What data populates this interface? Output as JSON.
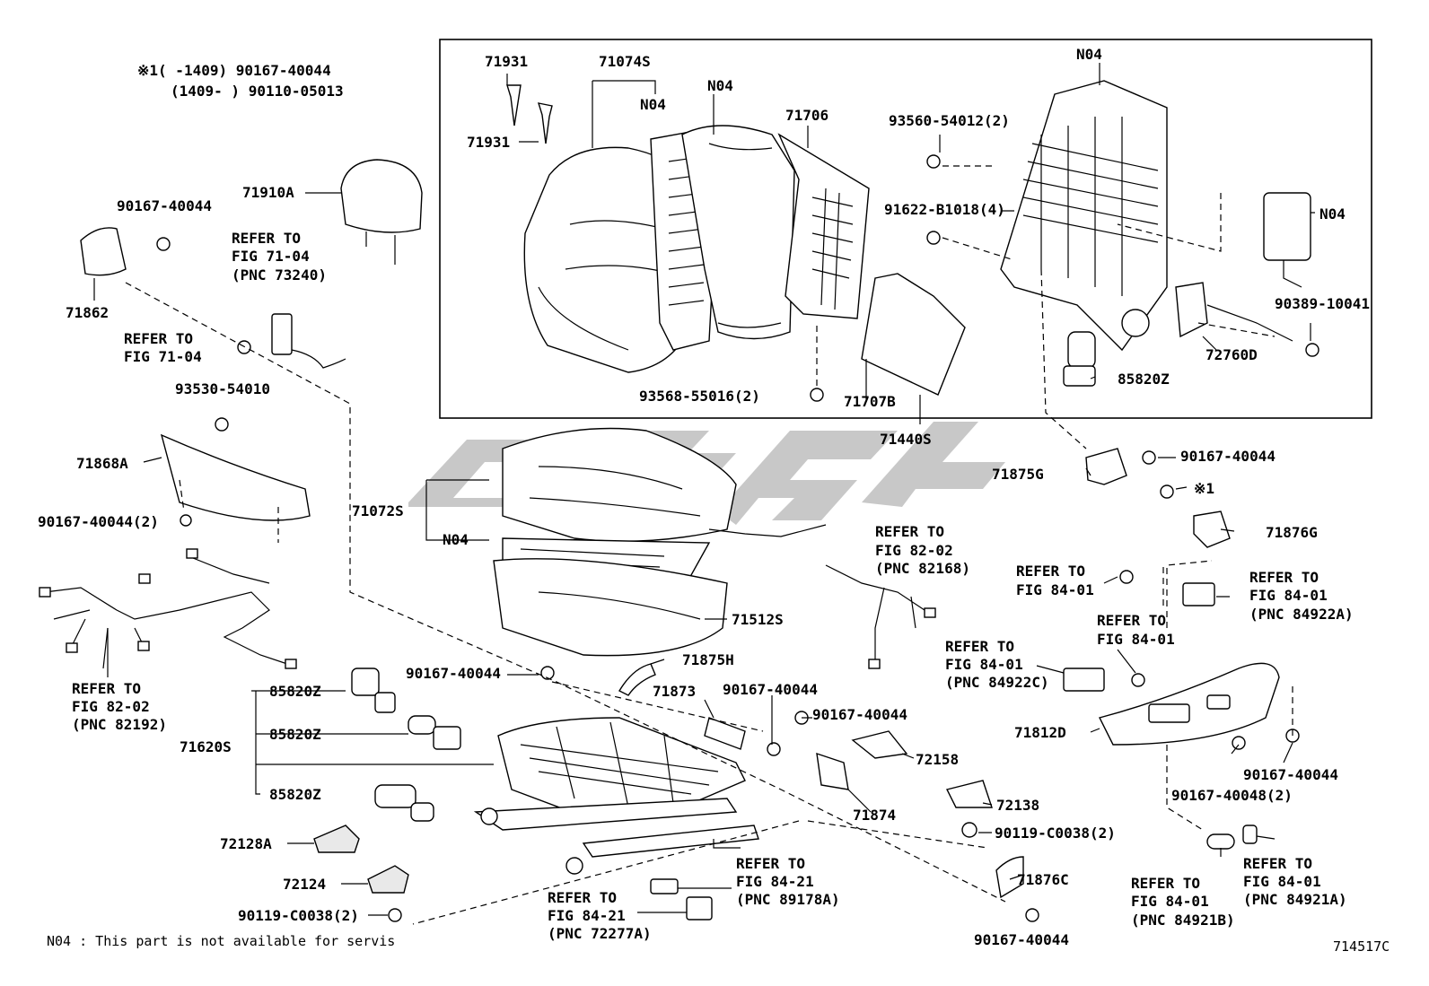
{
  "diagram": {
    "notes": {
      "footnote1_line1": "※1(   -1409) 90167-40044",
      "footnote1_line2": "(1409-    ) 90110-05013",
      "n04_note": "N04 : This part is not available for servis",
      "figure_code": "714517C"
    },
    "labels": {
      "p71931_a": "71931",
      "p71931_b": "71931",
      "p71074s": "71074S",
      "n04_a": "N04",
      "n04_b": "N04",
      "p71706": "71706",
      "p93560": "93560-54012(2)",
      "n04_c": "N04",
      "p91622": "91622-B1018(4)",
      "n04_d": "N04",
      "p90389": "90389-10041",
      "p72760d": "72760D",
      "p85820z_top": "85820Z",
      "p71707b": "71707B",
      "p93568": "93568-55016(2)",
      "p71440s": "71440S",
      "p71910a": "71910A",
      "p90167_hr": "90167-40044",
      "p71862": "71862",
      "refer_a": "REFER TO",
      "refer_a2": "FIG 71-04",
      "refer_a3": "(PNC 73240)",
      "refer_b": "REFER TO",
      "refer_b2": "FIG 71-04",
      "p93530": "93530-54010",
      "p71868a": "71868A",
      "p90167_2": "90167-40044(2)",
      "refer_c": "REFER TO",
      "refer_c2": "FIG 82-02",
      "refer_c3": "(PNC 82192)",
      "p71072s": "71072S",
      "n04_e": "N04",
      "p71512s": "71512S",
      "refer_d": "REFER TO",
      "refer_d2": "FIG 82-02",
      "refer_d3": "(PNC 82168)",
      "p90167_r1": "90167-40044",
      "p71875g": "71875G",
      "x1": "※1",
      "p71876g": "71876G",
      "refer_e": "REFER TO",
      "refer_e2": "FIG 84-01",
      "refer_f": "REFER TO",
      "refer_f2": "FIG 84-01",
      "refer_f3": "(PNC 84922A)",
      "refer_g": "REFER TO",
      "refer_g2": "FIG 84-01",
      "refer_h": "REFER TO",
      "refer_h2": "FIG 84-01",
      "refer_h3": "(PNC 84922C)",
      "p71812d": "71812D",
      "p90167_r2": "90167-40044",
      "p90167_48": "90167-40048(2)",
      "p90167_mid": "90167-40044",
      "p71875h": "71875H",
      "p71873": "71873",
      "p90167_m2": "90167-40044",
      "p90167_m3": "90167-40044",
      "p85820z_1": "85820Z",
      "p85820z_2": "85820Z",
      "p85820z_3": "85820Z",
      "p71620s": "71620S",
      "p72158": "72158",
      "p71874": "71874",
      "p72138": "72138",
      "p90119_r": "90119-C0038(2)",
      "p71876c": "71876C",
      "p90167_bot": "90167-40044",
      "p72128a": "72128A",
      "p72124": "72124",
      "p90119_l": "90119-C0038(2)",
      "refer_i": "REFER TO",
      "refer_i2": "FIG 84-21",
      "refer_i3": "(PNC 72277A)",
      "refer_j": "REFER TO",
      "refer_j2": "FIG 84-21",
      "refer_j3": "(PNC 89178A)",
      "refer_k": "REFER TO",
      "refer_k2": "FIG 84-01",
      "refer_k3": "(PNC 84921B)",
      "refer_l": "REFER TO",
      "refer_l2": "FIG 84-01",
      "refer_l3": "(PNC 84921A)"
    }
  }
}
